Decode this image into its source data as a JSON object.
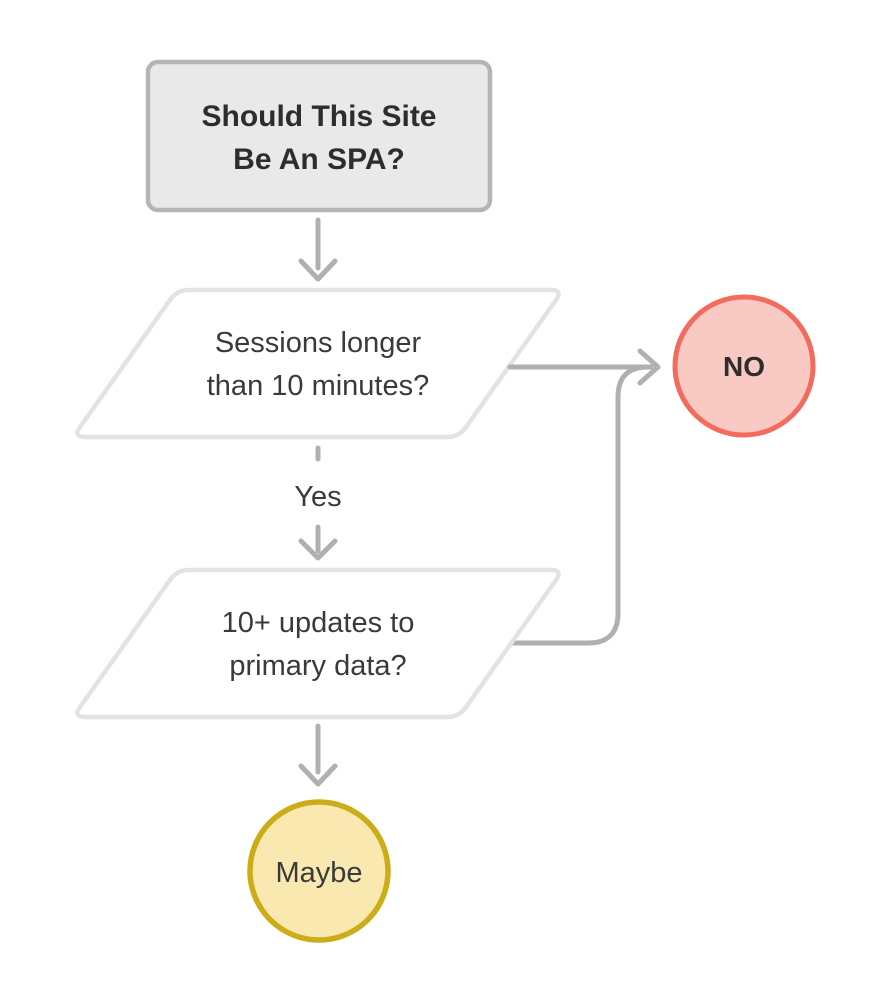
{
  "diagram": {
    "start": {
      "line1": "Should This Site",
      "line2": "Be An SPA?"
    },
    "question1": {
      "line1": "Sessions longer",
      "line2": "than 10 minutes?"
    },
    "question2": {
      "line1": "10+ updates to",
      "line2": "primary data?"
    },
    "yes_label": "Yes",
    "no_terminal": "NO",
    "maybe_terminal": "Maybe",
    "colors": {
      "start_fill": "#e9e9e9",
      "start_border": "#b5b5b5",
      "question_fill": "#ffffff",
      "question_border": "#e3e3e3",
      "connector": "#b0b0b0",
      "no_fill": "#f9c9c4",
      "no_border": "#f26b5c",
      "maybe_fill": "#f9e8af",
      "maybe_border": "#ccac17",
      "heading_text": "#2d2d2d",
      "body_text": "#3a3a3a"
    }
  }
}
